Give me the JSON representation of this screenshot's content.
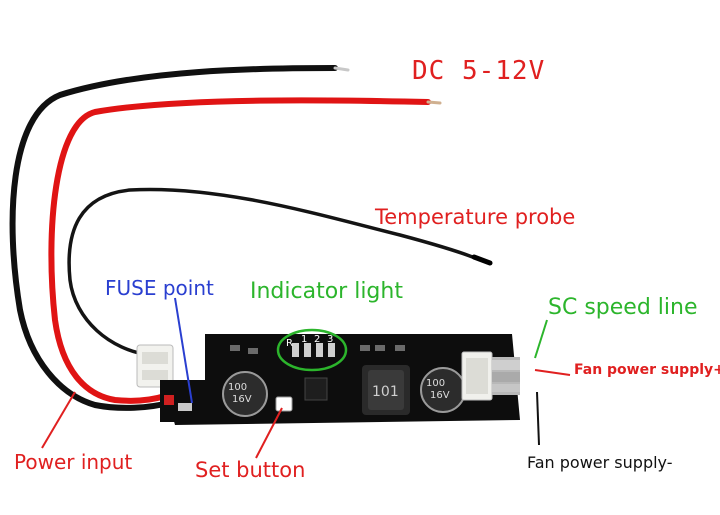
{
  "labels": {
    "dc_voltage": "DC 5-12V",
    "temperature_probe": "Temperature probe",
    "fuse_point": "FUSE point",
    "indicator_light": "Indicator light",
    "sc_speed_line": "SC speed line",
    "fan_power_plus": "Fan power supply+",
    "power_input": "Power input",
    "set_button": "Set button",
    "fan_power_minus": "Fan power supply-"
  },
  "pcb": {
    "indicator_marks": [
      "R",
      "1",
      "2",
      "3"
    ],
    "cap_left_value": "100",
    "cap_left_rating": "16V",
    "cap_right_value": "100",
    "cap_right_rating": "16V",
    "inductor_code": "101"
  },
  "colors": {
    "label_red": "#e02020",
    "label_green": "#2cb52c",
    "label_blue": "#2a3fd0",
    "label_black": "#111111",
    "pcb": "#0d0d0d"
  }
}
